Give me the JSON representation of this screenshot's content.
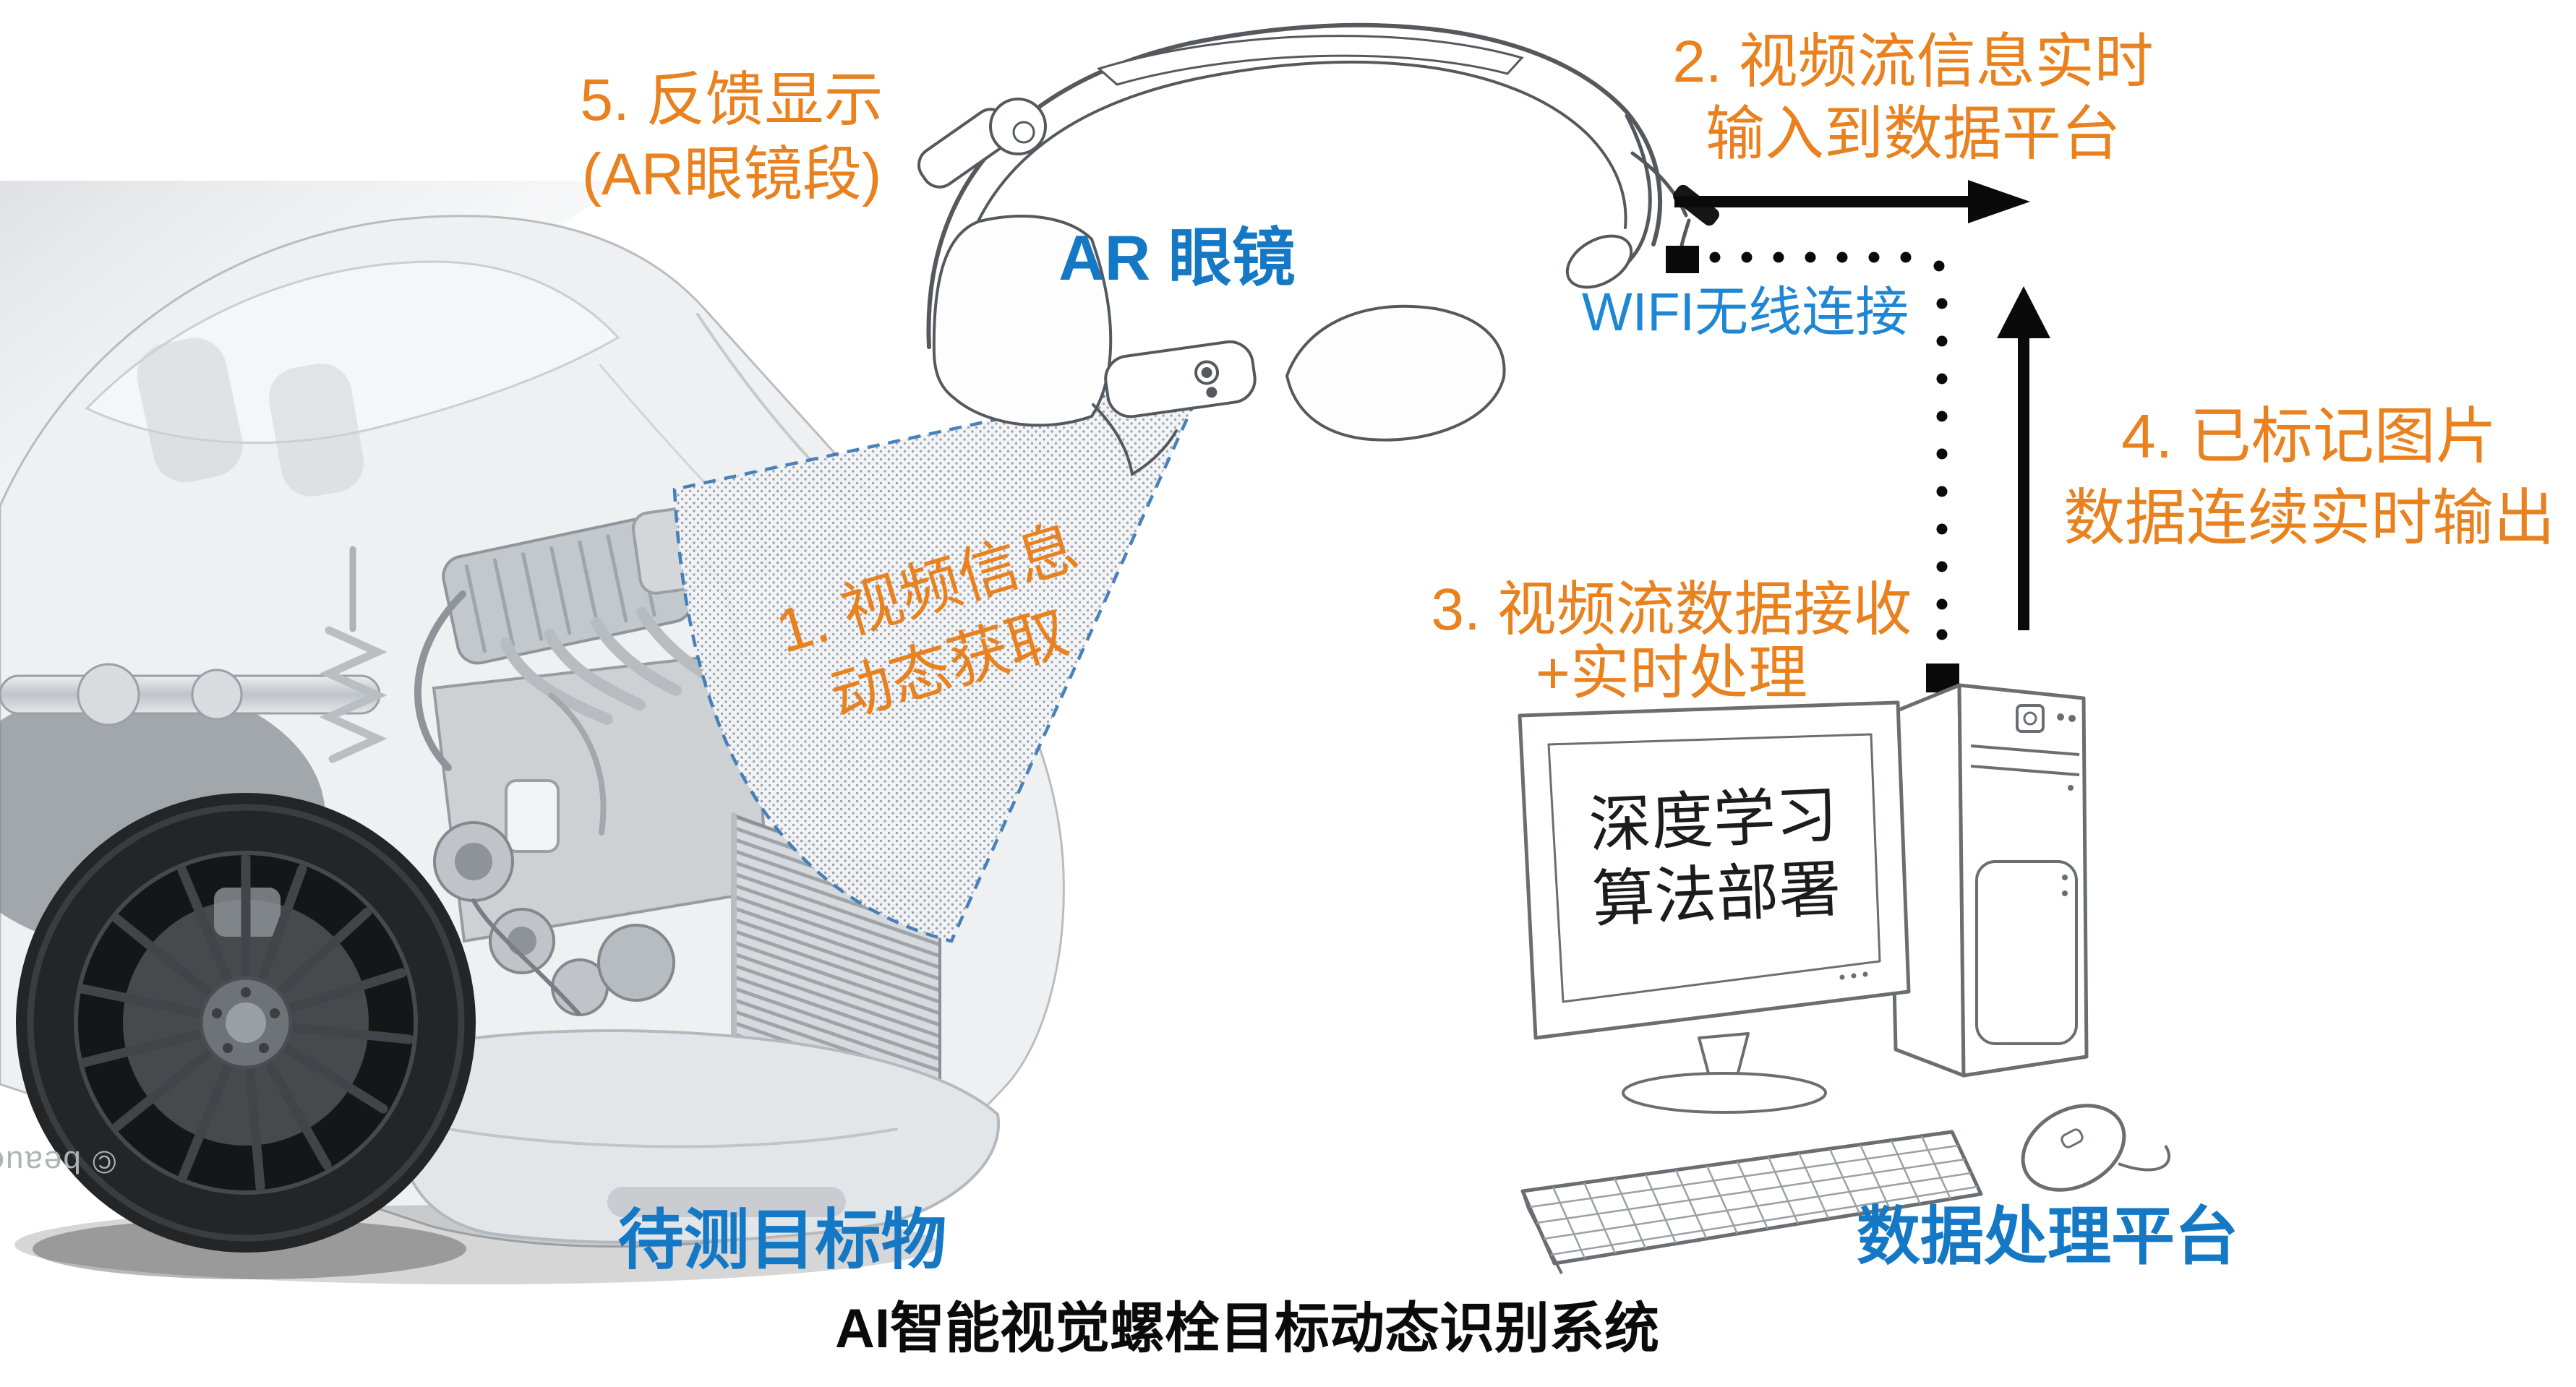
{
  "title": "AI智能视觉螺栓目标动态识别系统",
  "colors": {
    "step_orange": "#E8811E",
    "label_blue": "#1478C4",
    "wifi_blue": "#1E86D2",
    "title_black": "#0B0B0B",
    "cone_dash_blue": "#3E7CB8"
  },
  "steps": {
    "step1": {
      "line1": "1. 视频信息",
      "line2": "动态获取"
    },
    "step2": {
      "line1": "2. 视频流信息实时",
      "line2": "输入到数据平台"
    },
    "step3": {
      "line1": "3. 视频流数据接收",
      "line2": "+实时处理"
    },
    "step4": {
      "line1": "4. 已标记图片",
      "line2": "数据连续实时输出"
    },
    "step5": {
      "line1": "5. 反馈显示",
      "line2": "(AR眼镜段)"
    }
  },
  "labels": {
    "wifi": "WIFI无线连接",
    "ar_glasses": "AR 眼镜",
    "target_object": "待测目标物",
    "data_platform": "数据处理平台",
    "monitor_line1": "深度学习",
    "monitor_line2": "算法部署",
    "watermark": "© beauc"
  }
}
